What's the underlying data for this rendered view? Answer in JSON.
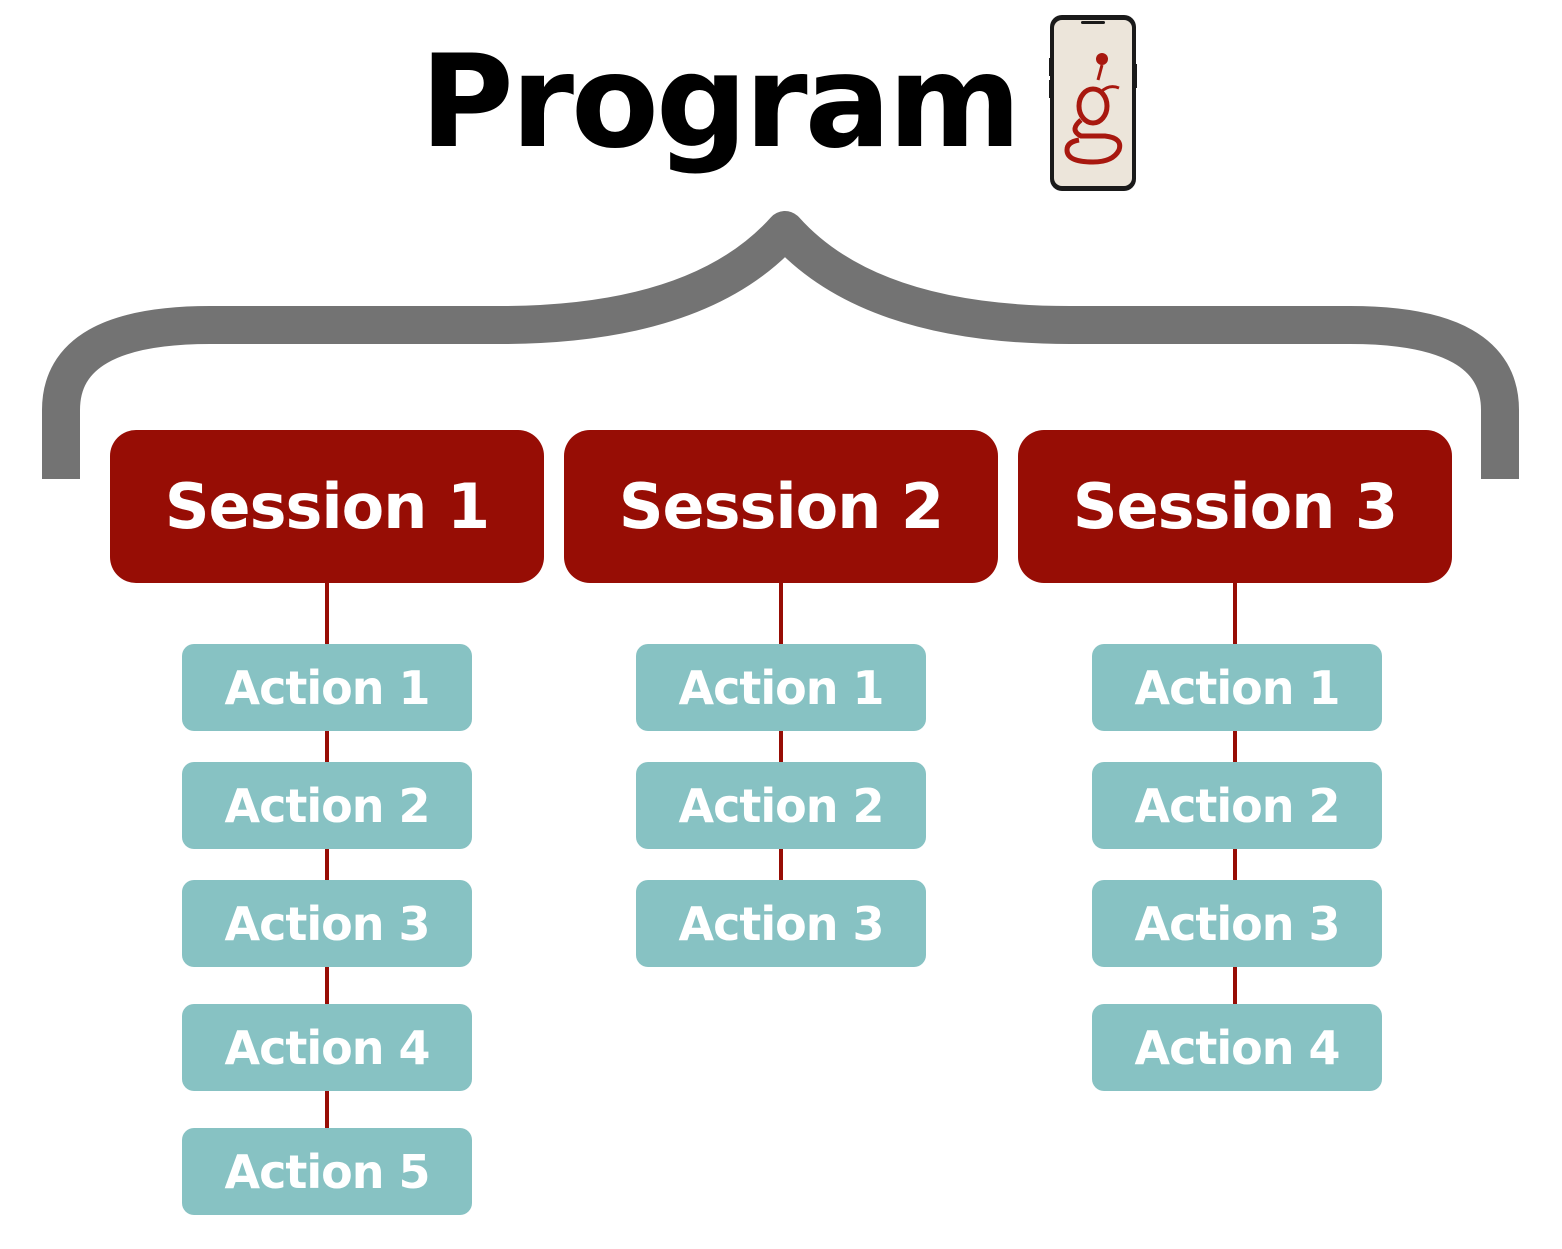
{
  "title": "Program",
  "logo": {
    "icon": "phone-app-g-icon",
    "letter": "g"
  },
  "colors": {
    "session_fill": "#970D05",
    "action_fill": "#87C2C3",
    "brace": "#737373",
    "connector": "#970D05",
    "title_text": "#000000"
  },
  "sessions": [
    {
      "label": "Session 1",
      "actions": [
        "Action 1",
        "Action 2",
        "Action 3",
        "Action 4",
        "Action 5"
      ]
    },
    {
      "label": "Session 2",
      "actions": [
        "Action 1",
        "Action 2",
        "Action 3"
      ]
    },
    {
      "label": "Session 3",
      "actions": [
        "Action 1",
        "Action 2",
        "Action 3",
        "Action 4"
      ]
    }
  ]
}
